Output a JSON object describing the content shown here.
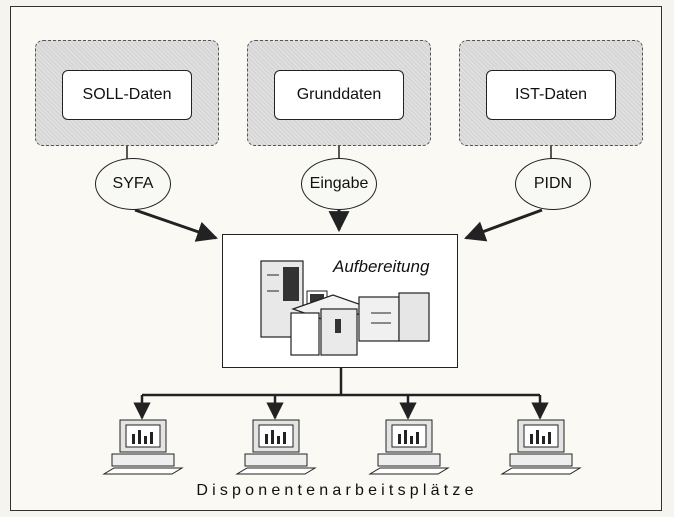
{
  "sources": [
    {
      "label": "SOLL-Daten",
      "process": "SYFA"
    },
    {
      "label": "Grunddaten",
      "process": "Eingabe"
    },
    {
      "label": "IST-Daten",
      "process": "PIDN"
    }
  ],
  "center": {
    "label": "Aufbereitung"
  },
  "footer": {
    "label": "Disponentenarbeitsplätze"
  },
  "workstation_count": 4,
  "colors": {
    "line": "#222222",
    "shade": "#d6d6d6",
    "dark": "#333333"
  }
}
